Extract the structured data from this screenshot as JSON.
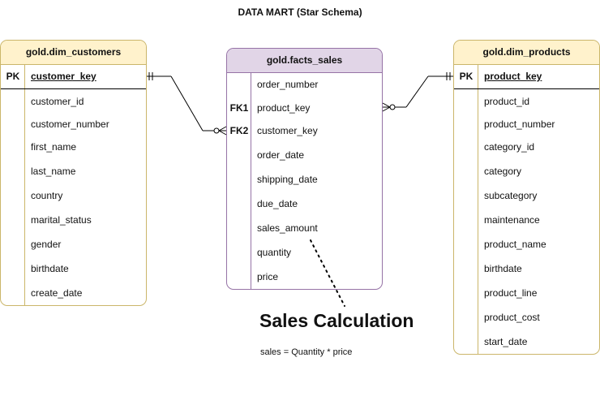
{
  "title": "DATA MART (Star Schema)",
  "customers": {
    "name": "gold.dim_customers",
    "pk_label": "PK",
    "pk_field": "customer_key",
    "fields": [
      "customer_id",
      "customer_number",
      "first_name",
      "last_name",
      "country",
      "marital_status",
      "gender",
      "birthdate",
      "create_date"
    ]
  },
  "sales": {
    "name": "gold.facts_sales",
    "rows": [
      {
        "key": "",
        "field": "order_number"
      },
      {
        "key": "FK1",
        "field": "product_key"
      },
      {
        "key": "FK2",
        "field": "customer_key"
      },
      {
        "key": "",
        "field": "order_date"
      },
      {
        "key": "",
        "field": "shipping_date"
      },
      {
        "key": "",
        "field": "due_date"
      },
      {
        "key": "",
        "field": "sales_amount"
      },
      {
        "key": "",
        "field": "quantity"
      },
      {
        "key": "",
        "field": "price"
      }
    ]
  },
  "products": {
    "name": "gold.dim_products",
    "pk_label": "PK",
    "pk_field": "product_key",
    "fields": [
      "product_id",
      "product_number",
      "category_id",
      "category",
      "subcategory",
      "maintenance",
      "product_name",
      "birthdate",
      "product_line",
      "product_cost",
      "start_date"
    ]
  },
  "annotation": {
    "title": "Sales Calculation",
    "formula": "sales =  Quantity * price"
  },
  "colors": {
    "dim_header": "#fff2cc",
    "dim_border": "#cbb66a",
    "fact_header": "#e1d5e7",
    "fact_border": "#9673a6"
  }
}
